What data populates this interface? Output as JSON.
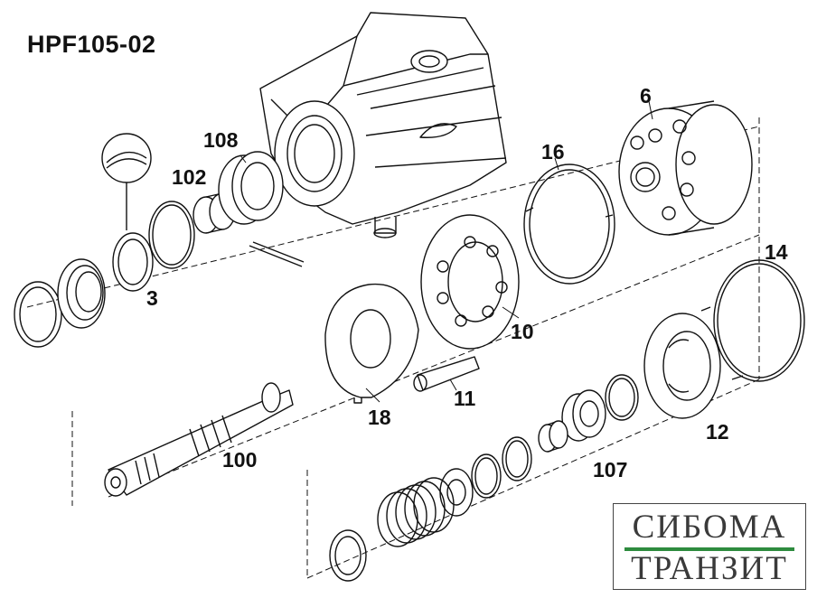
{
  "title": "HPF105-02",
  "callouts": {
    "c6": "6",
    "c16": "16",
    "c108": "108",
    "c102": "102",
    "c3": "3",
    "c14": "14",
    "c10": "10",
    "c11": "11",
    "c18": "18",
    "c12": "12",
    "c100": "100",
    "c107": "107"
  },
  "logo": {
    "line1": "СИБОМА",
    "line2": "ТРАНЗИТ",
    "accent": "#2e8b3e"
  },
  "colors": {
    "ink": "#111111",
    "background": "#ffffff"
  }
}
